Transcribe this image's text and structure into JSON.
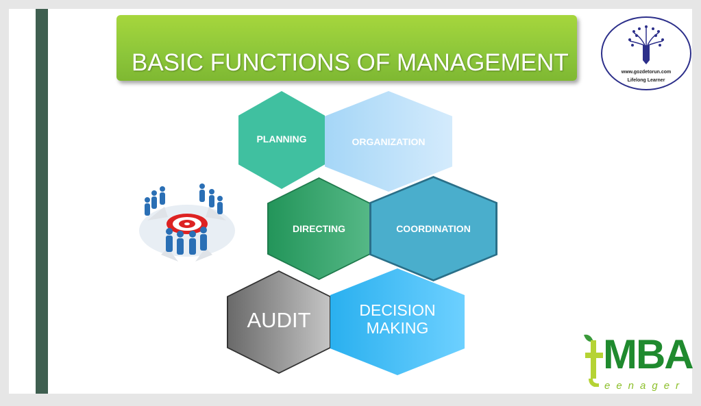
{
  "title": "BASIC FUNCTIONS OF MANAGEMENT",
  "functions": {
    "planning": "PLANNING",
    "organization": "ORGANIZATION",
    "directing": "DIRECTING",
    "coordination": "COORDINATION",
    "audit": "AUDIT",
    "decision_1": "DECISION",
    "decision_2": "MAKING"
  },
  "logo_top": {
    "url": "www.gozdetorun.com",
    "tagline": "Lifelong Learner"
  },
  "logo_bottom": {
    "main": "MBA",
    "prefix": "t",
    "sub": "eenager"
  }
}
